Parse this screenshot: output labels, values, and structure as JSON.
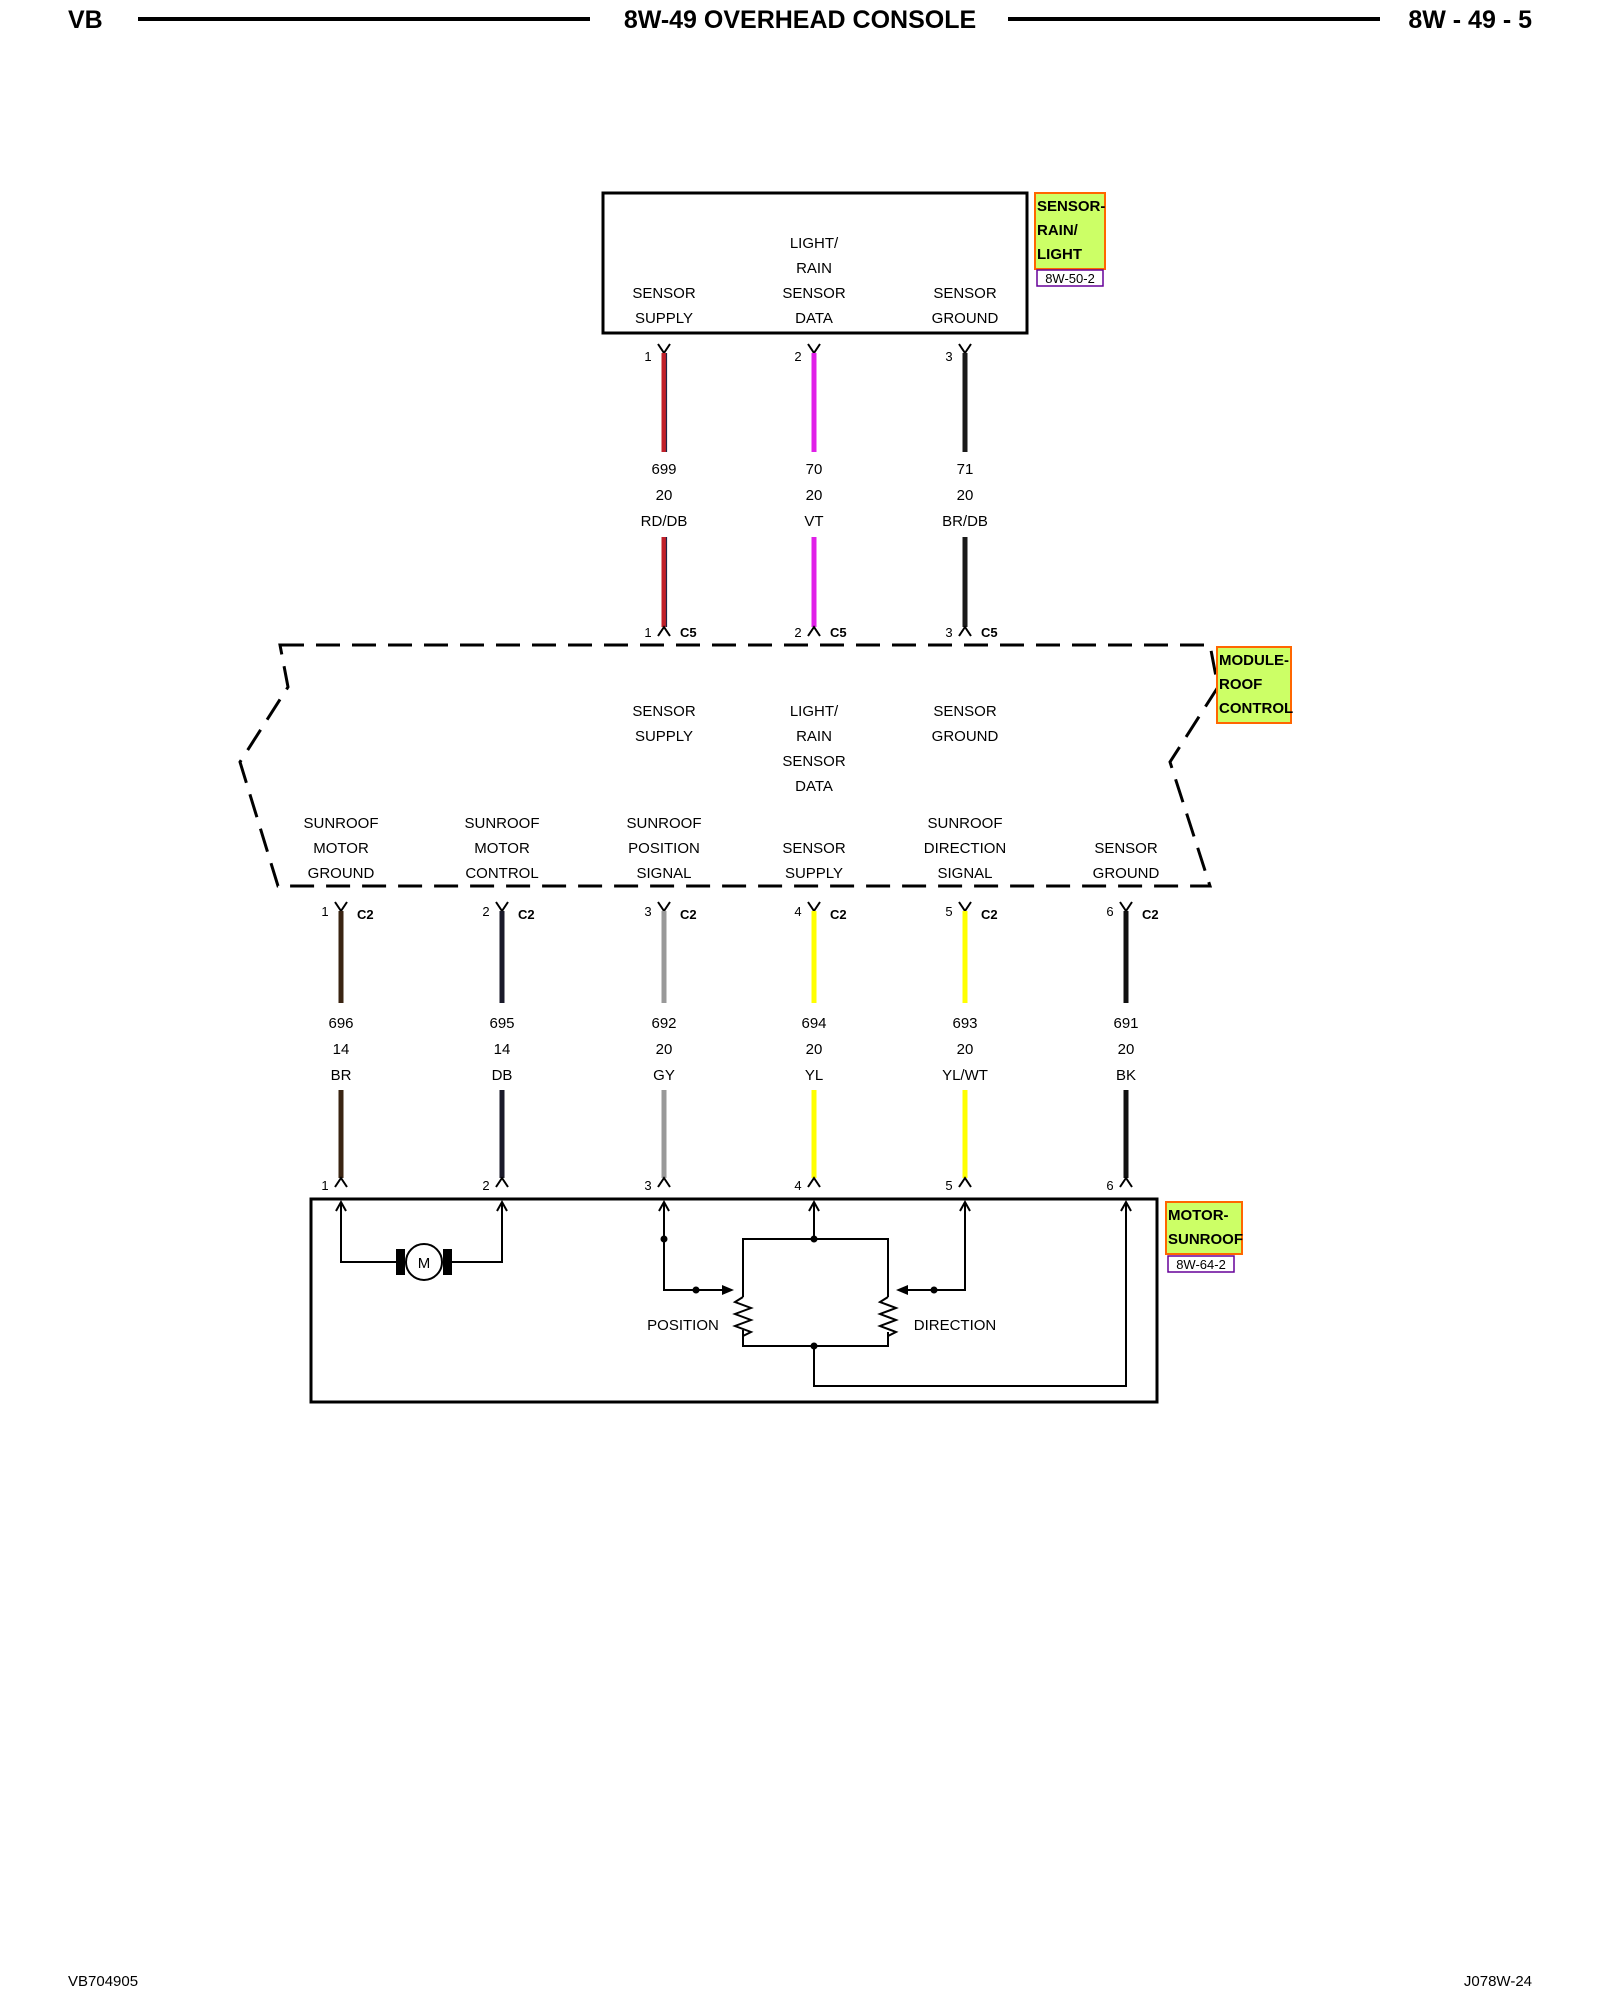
{
  "header": {
    "left": "VB",
    "title": "8W-49 OVERHEAD CONSOLE",
    "right": "8W - 49 - 5"
  },
  "footer": {
    "left": "VB704905",
    "right": "J078W-24"
  },
  "sensor_component": {
    "label": [
      "SENSOR-",
      "RAIN/",
      "LIGHT"
    ],
    "ref": "8W-50-2",
    "fill_color": "#ccff66",
    "border_color": "#ff6600",
    "ref_color": "#660099",
    "pins": [
      {
        "pin": "1",
        "label": [
          "SENSOR",
          "SUPPLY"
        ]
      },
      {
        "pin": "2",
        "label": [
          "LIGHT/",
          "RAIN",
          "SENSOR",
          "DATA"
        ]
      },
      {
        "pin": "3",
        "label": [
          "SENSOR",
          "GROUND"
        ]
      }
    ]
  },
  "upper_wires": [
    {
      "circuit": "699",
      "gauge": "20",
      "color_code": "RD/DB",
      "color": "#c0202a",
      "tracer": "#222244"
    },
    {
      "circuit": "70",
      "gauge": "20",
      "color_code": "VT",
      "color": "#e020e8"
    },
    {
      "circuit": "71",
      "gauge": "20",
      "color_code": "BR/DB",
      "color": "#1a1a1a"
    }
  ],
  "module_component": {
    "label": [
      "MODULE-",
      "ROOF",
      "CONTROL"
    ],
    "connector_c5": "C5",
    "connector_c2": "C2",
    "c5_pins": [
      {
        "pin": "1",
        "label": [
          "SENSOR",
          "SUPPLY"
        ]
      },
      {
        "pin": "2",
        "label": [
          "LIGHT/",
          "RAIN",
          "SENSOR",
          "DATA"
        ]
      },
      {
        "pin": "3",
        "label": [
          "SENSOR",
          "GROUND"
        ]
      }
    ],
    "c2_pins": [
      {
        "pin": "1",
        "label": [
          "SUNROOF",
          "MOTOR",
          "GROUND"
        ]
      },
      {
        "pin": "2",
        "label": [
          "SUNROOF",
          "MOTOR",
          "CONTROL"
        ]
      },
      {
        "pin": "3",
        "label": [
          "SUNROOF",
          "POSITION",
          "SIGNAL"
        ]
      },
      {
        "pin": "4",
        "label": [
          "SENSOR",
          "SUPPLY"
        ]
      },
      {
        "pin": "5",
        "label": [
          "SUNROOF",
          "DIRECTION",
          "SIGNAL"
        ]
      },
      {
        "pin": "6",
        "label": [
          "SENSOR",
          "GROUND"
        ]
      }
    ]
  },
  "lower_wires": [
    {
      "circuit": "696",
      "gauge": "14",
      "color_code": "BR",
      "color": "#3a2412"
    },
    {
      "circuit": "695",
      "gauge": "14",
      "color_code": "DB",
      "color": "#1a1a2a"
    },
    {
      "circuit": "692",
      "gauge": "20",
      "color_code": "GY",
      "color": "#999999"
    },
    {
      "circuit": "694",
      "gauge": "20",
      "color_code": "YL",
      "color": "#ffff00"
    },
    {
      "circuit": "693",
      "gauge": "20",
      "color_code": "YL/WT",
      "color": "#ffff00"
    },
    {
      "circuit": "691",
      "gauge": "20",
      "color_code": "BK",
      "color": "#111111"
    }
  ],
  "motor_component": {
    "label": [
      "MOTOR-",
      "SUNROOF"
    ],
    "ref": "8W-64-2",
    "pins": [
      "1",
      "2",
      "3",
      "4",
      "5",
      "6"
    ],
    "motor_symbol": "M",
    "position_label": "POSITION",
    "direction_label": "DIRECTION"
  }
}
